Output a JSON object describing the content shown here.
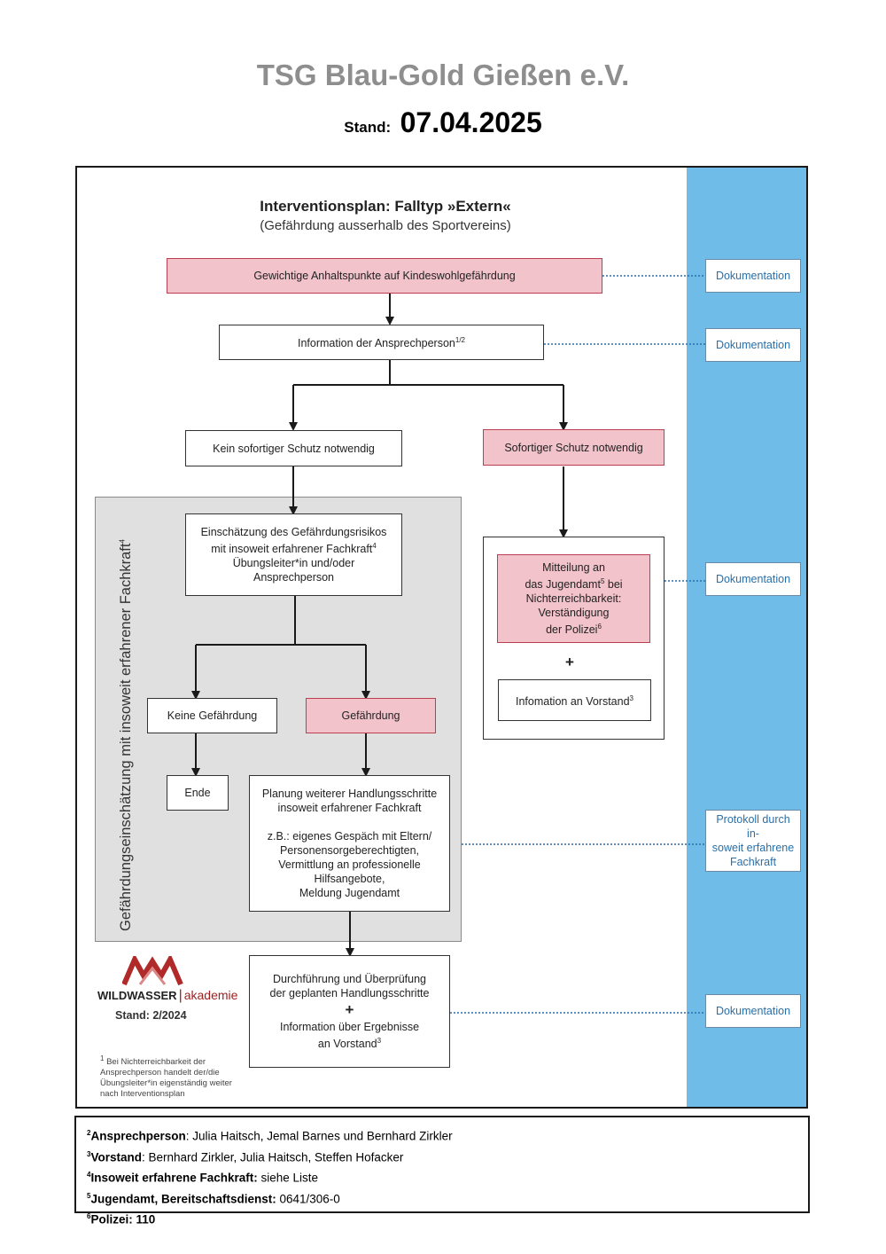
{
  "header": {
    "organization": "TSG Blau-Gold Gießen e.V.",
    "stand_label": "Stand:",
    "stand_date": "07.04.2025"
  },
  "plan": {
    "title": "Interventionsplan: Falltyp »Extern«",
    "subtitle": "(Gefährdung ausserhalb des Sportvereins)",
    "side_label": "Gefährdungseinschätzung mit insoweit erfahrener Fachkraft",
    "side_label_sup": "4"
  },
  "nodes": {
    "anhaltspunkte": "Gewichtige Anhaltspunkte auf Kindeswohlgefährdung",
    "information": "Information der Ansprechperson",
    "information_sup": "1/2",
    "kein_schutz": "Kein sofortiger Schutz notwendig",
    "sofort_schutz": "Sofortiger Schutz notwendig",
    "einschaetzung_1": "Einschätzung des Gefährdungsrisikos",
    "einschaetzung_2": "mit insoweit erfahrener Fachkraft",
    "einschaetzung_2_sup": "4",
    "einschaetzung_3": "Übungsleiter*in und/oder",
    "einschaetzung_4": "Ansprechperson",
    "keine_gefaehrdung": "Keine Gefährdung",
    "gefaehrdung": "Gefährdung",
    "ende": "Ende",
    "planung_1": "Planung weiterer Handlungsschritte",
    "planung_2": "insoweit erfahrener Fachkraft",
    "planung_3": "z.B.: eigenes Gespäch mit Eltern/",
    "planung_4": "Personensorgeberechtigten,",
    "planung_5": "Vermittlung an professionelle",
    "planung_6": "Hilfsangebote,",
    "planung_7": "Meldung Jugendamt",
    "mitteilung_1": "Mitteilung an",
    "mitteilung_2a": "das Jugendamt",
    "mitteilung_2_sup": "5",
    "mitteilung_2b": " bei",
    "mitteilung_3": "Nichterreichbarkeit:",
    "mitteilung_4": "Verständigung",
    "mitteilung_5": "der Polizei",
    "mitteilung_5_sup": "6",
    "plus": "+",
    "vorstand_info": "Infomation an Vorstand",
    "vorstand_info_sup": "3",
    "durchfuehrung_1": "Durchführung und Überprüfung",
    "durchfuehrung_2": "der geplanten Handlungsschritte",
    "durchfuehrung_3": "Information über Ergebnisse",
    "durchfuehrung_4": "an Vorstand",
    "durchfuehrung_4_sup": "3"
  },
  "documentation": {
    "doc1": "Dokumentation",
    "doc2": "Dokumentation",
    "doc3": "Dokumentation",
    "protokoll_1": "Protokoll durch in-",
    "protokoll_2": "soweit erfahrene",
    "protokoll_3": "Fachkraft",
    "doc4": "Dokumentation"
  },
  "logo": {
    "brand": "WILDWASSER",
    "akademie": "akademie",
    "stand": "Stand: 2/2024"
  },
  "footnote1": {
    "sup": "1",
    "text": " Bei Nichterreichbarkeit der Ansprechperson handelt der/die Übungsleiter*in eigenständig weiter nach Interventionsplan"
  },
  "legend": [
    {
      "sup": "2",
      "label": "Ansprechperson",
      "sep": ":",
      "value": " Julia Haitsch, Jemal Barnes und Bernhard Zirkler"
    },
    {
      "sup": "3",
      "label": "Vorstand",
      "sep": ":",
      "value": " Bernhard Zirkler, Julia Haitsch, Steffen Hofacker"
    },
    {
      "sup": "4",
      "label": "Insoweit erfahrene Fachkraft:",
      "sep": "",
      "value": " siehe Liste"
    },
    {
      "sup": "5",
      "label": "Jugendamt, Bereitschaftsdienst:",
      "sep": "",
      "value": " 0641/306-0"
    },
    {
      "sup": "6",
      "label": "Polizei: 110",
      "sep": "",
      "value": ""
    }
  ],
  "colors": {
    "pink_fill": "#f2c3cb",
    "pink_border": "#b8404f",
    "blue_column": "#6fbce9",
    "doc_text": "#2a6fa8",
    "gray_area": "#e0e0e0"
  }
}
